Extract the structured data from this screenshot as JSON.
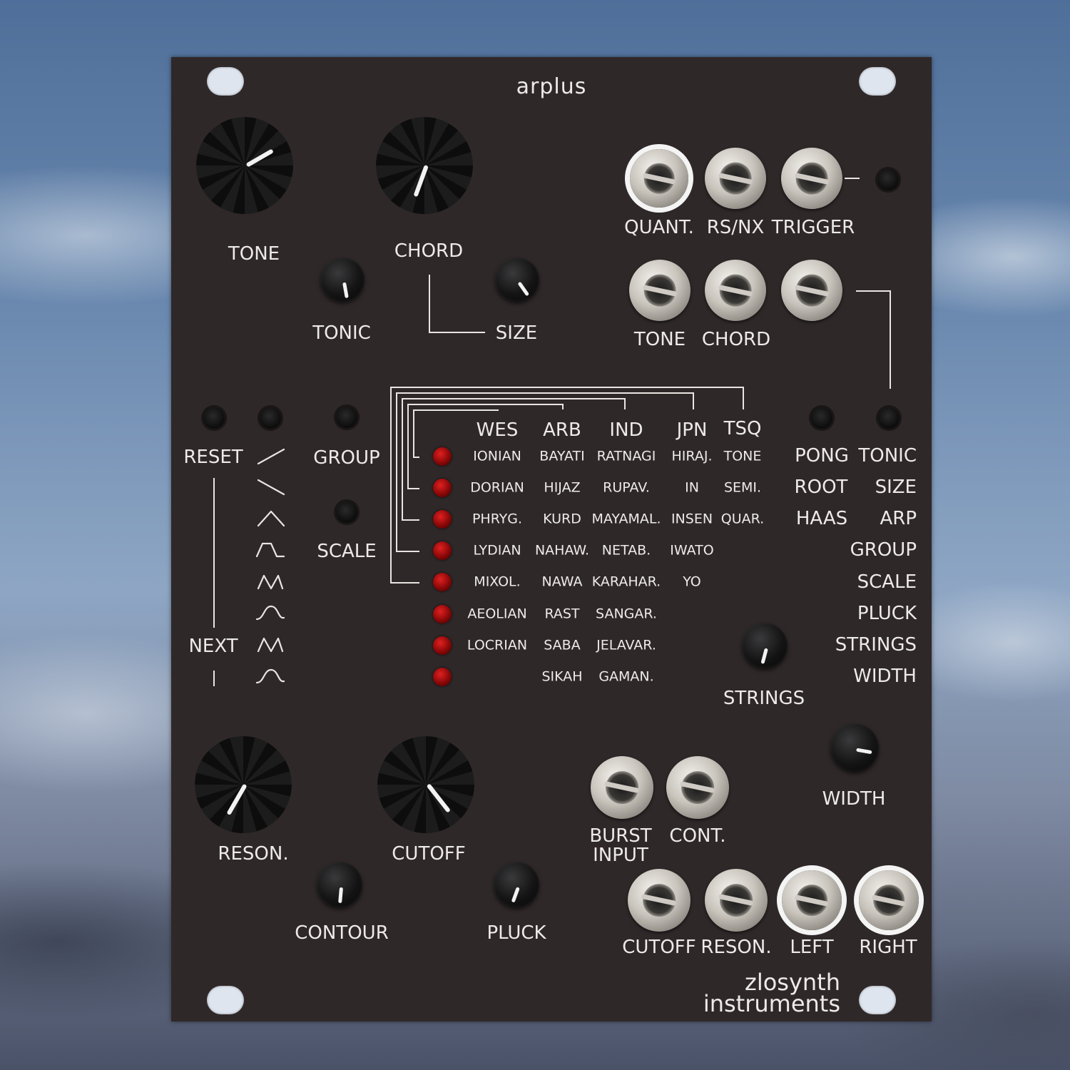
{
  "module": {
    "name": "arplus",
    "brand_line1": "zlosynth",
    "brand_line2": "instruments"
  },
  "knobs": {
    "tone": "TONE",
    "chord": "CHORD",
    "tonic": "TONIC",
    "size": "SIZE",
    "reson": "RESON.",
    "cutoff": "CUTOFF",
    "contour": "CONTOUR",
    "pluck": "PLUCK",
    "strings": "STRINGS",
    "width": "WIDTH"
  },
  "jacks": {
    "quant": "QUANT.",
    "rsnx": "RS/NX",
    "trigger": "TRIGGER",
    "tone_cv": "TONE",
    "chord_cv": "CHORD",
    "burst_input_1": "BURST",
    "burst_input_2": "INPUT",
    "cont": "CONT.",
    "cutoff_cv": "CUTOFF",
    "reson_cv": "RESON.",
    "left": "LEFT",
    "right": "RIGHT"
  },
  "buttons": {
    "reset": "RESET",
    "next": "NEXT",
    "group": "GROUP",
    "scale": "SCALE"
  },
  "scale_table": {
    "headers": [
      "WES",
      "ARB",
      "IND",
      "JPN",
      "TSQ"
    ],
    "rows": [
      [
        "IONIAN",
        "BAYATI",
        "RATNAGI",
        "HIRAJ.",
        "TONE"
      ],
      [
        "DORIAN",
        "HIJAZ",
        "RUPAV.",
        "IN",
        "SEMI."
      ],
      [
        "PHRYG.",
        "KURD",
        "MAYAMAL.",
        "INSEN",
        "QUAR."
      ],
      [
        "LYDIAN",
        "NAHAW.",
        "NETAB.",
        "IWATO",
        ""
      ],
      [
        "MIXOL.",
        "NAWA",
        "KARAHAR.",
        "YO",
        ""
      ],
      [
        "AEOLIAN",
        "RAST",
        "SANGAR.",
        "",
        ""
      ],
      [
        "LOCRIAN",
        "SABA",
        "JELAVAR.",
        "",
        ""
      ],
      [
        "",
        "SIKAH",
        "GAMAN.",
        "",
        ""
      ]
    ]
  },
  "right_menu": {
    "col1": [
      "PONG",
      "ROOT",
      "HAAS"
    ],
    "col2": [
      "TONIC",
      "SIZE",
      "ARP",
      "GROUP",
      "SCALE",
      "PLUCK",
      "STRINGS",
      "WIDTH"
    ]
  },
  "waveform_icons": [
    "ramp-up-icon",
    "ramp-down-icon",
    "triangle-icon",
    "pulse-icon",
    "saw-wave-icon",
    "sine-ish-icon",
    "saw-wave-icon",
    "sine-ish-icon"
  ],
  "led_color": "#d01515",
  "panel_color": "#2f2829"
}
